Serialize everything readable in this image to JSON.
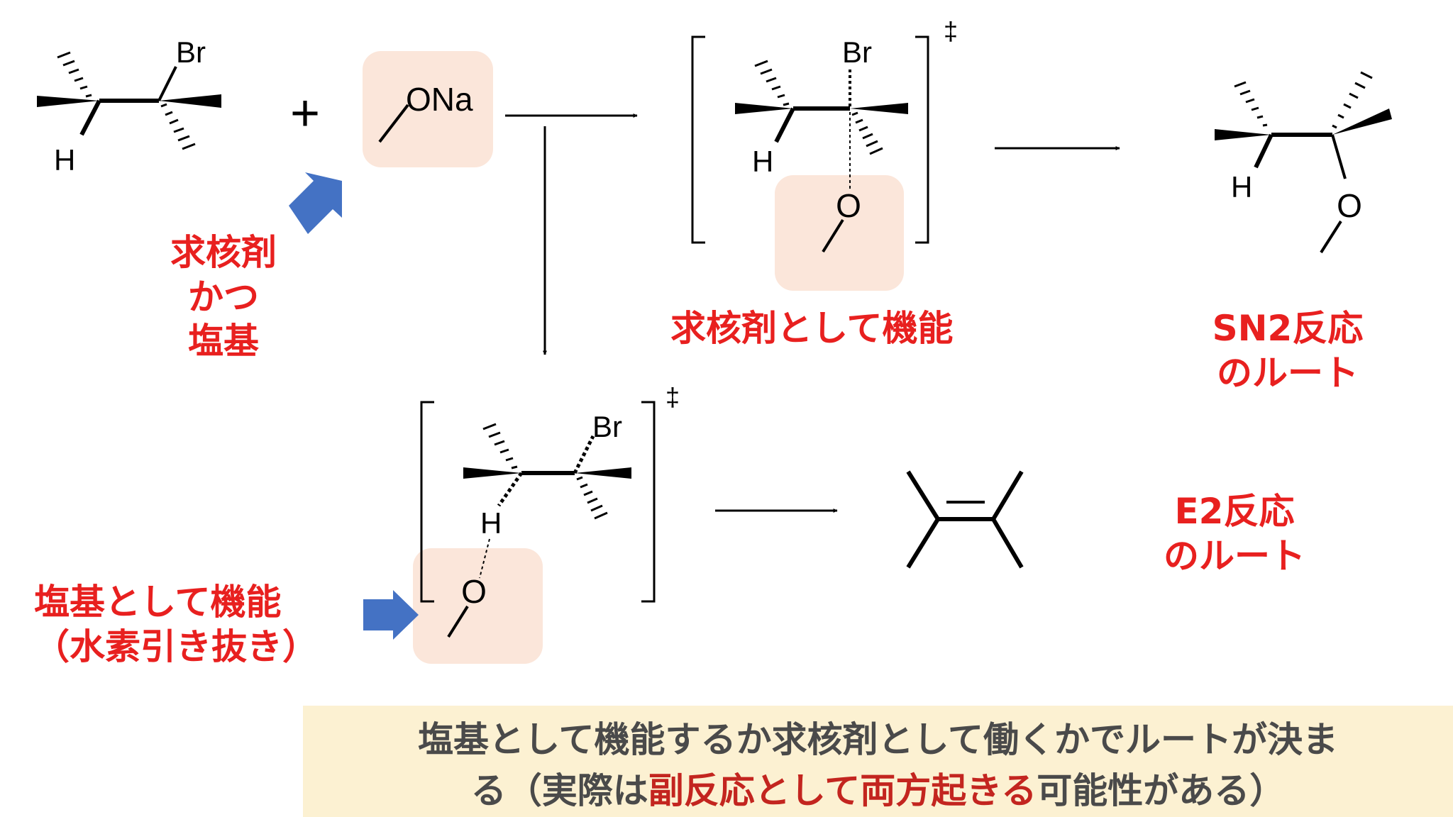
{
  "atoms": {
    "br": "Br",
    "h": "H",
    "o": "O",
    "ona": "ONa"
  },
  "symbols": {
    "plus": "+",
    "ts": "‡"
  },
  "labels": {
    "reagent_role": [
      "求核剤",
      "かつ",
      "塩基"
    ],
    "nucleophile_role": "求核剤として機能",
    "sn2_route": [
      "SN2反応",
      "のルート"
    ],
    "base_role": [
      "塩基として機能",
      "（水素引き抜き）"
    ],
    "e2_route": [
      "E2反応",
      "のルート"
    ]
  },
  "note": {
    "line1": "塩基として機能するか求核剤として働くかでルートが決ま",
    "line2_pre": "る（実際は",
    "line2_highlight": "副反応として両方起きる",
    "line2_post": "可能性がある）"
  },
  "colors": {
    "label_red": "#e8201f",
    "highlight_red": "#c3251f",
    "reagent_box": "#fbe6da",
    "arrow_blue": "#4472c4",
    "note_bg": "#fcf1d2",
    "note_text": "#4a4a4a"
  }
}
